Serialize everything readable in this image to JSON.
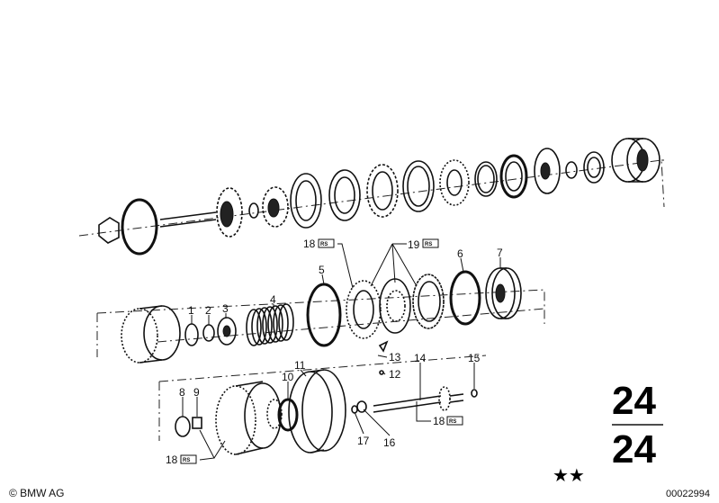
{
  "diagram": {
    "callouts": {
      "c1": "1",
      "c2": "2",
      "c3": "3",
      "c4": "4",
      "c5": "5",
      "c6": "6",
      "c7": "7",
      "c8": "8",
      "c9": "9",
      "c10": "10",
      "c11": "11",
      "c12": "12",
      "c13": "13",
      "c14": "14",
      "c15": "15",
      "c16": "16",
      "c17": "17",
      "c18a": "18",
      "c18b": "18",
      "c18c": "18",
      "c19": "19"
    },
    "rs_badge": "RS",
    "group_number_top": "24",
    "group_number_bottom": "24",
    "stars": "★★",
    "copyright": "© BMW AG",
    "diagram_id": "00022994"
  }
}
